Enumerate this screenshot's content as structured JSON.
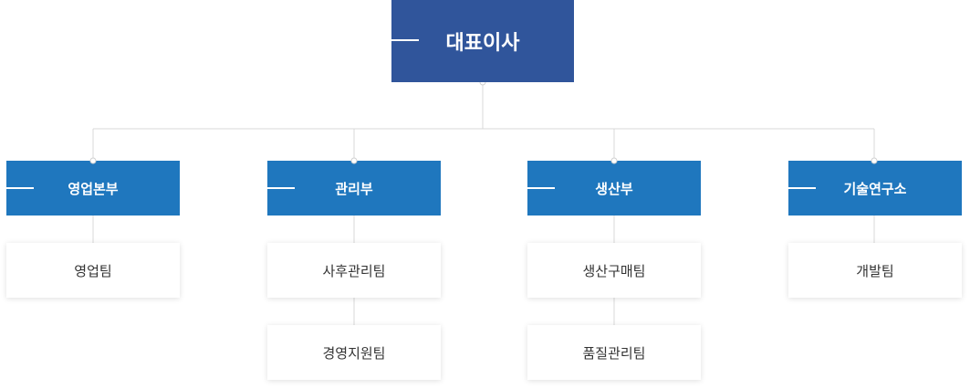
{
  "ceo": {
    "label": "대표이사"
  },
  "departments": [
    {
      "label": "영업본부",
      "teams": [
        "영업팀"
      ]
    },
    {
      "label": "관리부",
      "teams": [
        "사후관리팀",
        "경영지원팀"
      ]
    },
    {
      "label": "생산부",
      "teams": [
        "생산구매팀",
        "품질관리팀"
      ]
    },
    {
      "label": "기술연구소",
      "teams": [
        "개발팀"
      ]
    }
  ],
  "colors": {
    "ceo_fill": "#30559b",
    "dept_fill": "#1f77be",
    "connector": "#d9d9d9"
  }
}
